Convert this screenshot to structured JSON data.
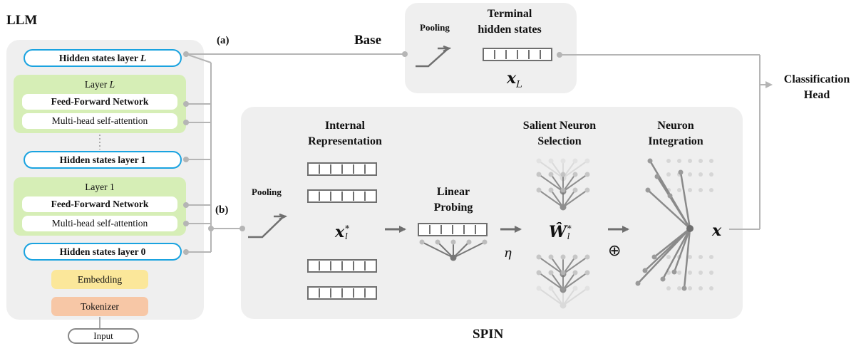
{
  "llm": {
    "title": "LLM",
    "hidden_L": "Hidden states layer ",
    "hidden_L_var": "L",
    "layer_L": "Layer ",
    "layer_L_var": "L",
    "ffn": "Feed-Forward Network",
    "mhsa": "Multi-head self-attention",
    "hidden_1": "Hidden states layer 1",
    "layer_1": "Layer 1",
    "hidden_0": "Hidden states layer 0",
    "embedding": "Embedding",
    "tokenizer": "Tokenizer",
    "input": "Input"
  },
  "base": {
    "marker": "(a)",
    "title": "Base",
    "pooling": "Pooling",
    "terminal": "Terminal hidden states",
    "var": "x",
    "var_sub": "L"
  },
  "spin": {
    "marker": "(b)",
    "title": "SPIN",
    "pooling": "Pooling",
    "internal": "Internal Representation",
    "internal_var": "x",
    "internal_sub": "l",
    "internal_sup": "*",
    "probing": "Linear Probing",
    "eta": "η",
    "salient": "Salient Neuron Selection",
    "w_var": "Ŵ",
    "w_sub": "l",
    "w_sup": "*",
    "oplus": "⊕",
    "integration": "Neuron Integration",
    "out_var": "x"
  },
  "head": {
    "label": "Classification Head"
  },
  "colors": {
    "hidden_border": "#1aa3e0",
    "layer_fill": "#d6eeb6",
    "embedding": "#fbe79a",
    "tokenizer": "#f7c7a6",
    "panel": "#efefef",
    "connector": "#b5b5b5",
    "mark": "#6f6f6f"
  }
}
